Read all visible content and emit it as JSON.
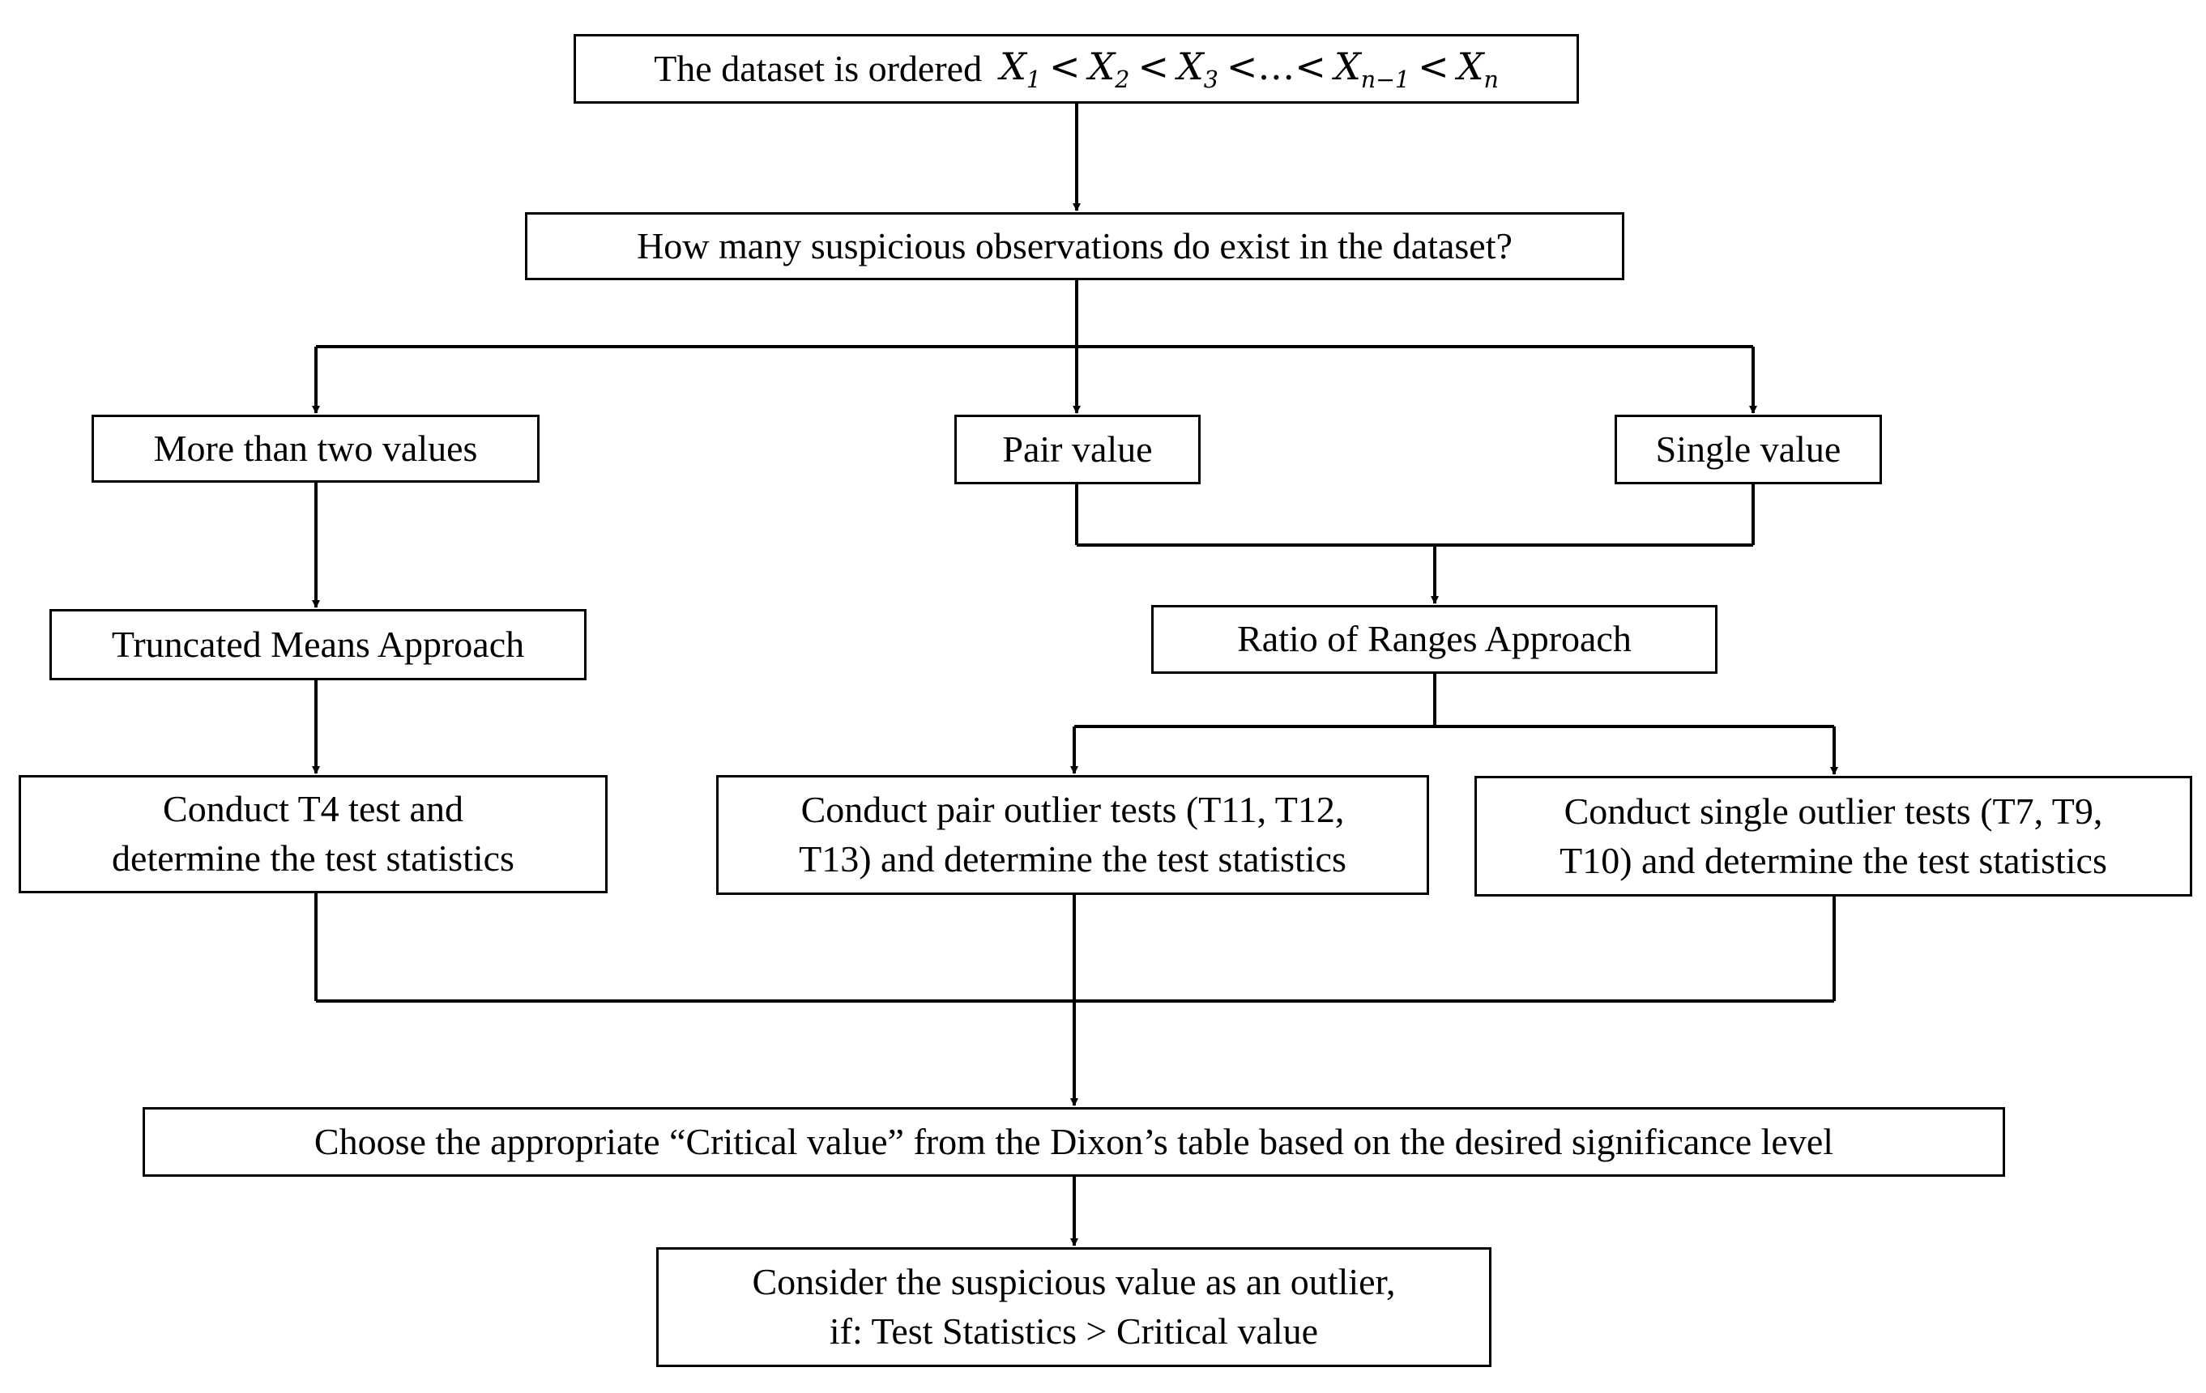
{
  "diagram": {
    "start": {
      "prefix": "The dataset is ordered",
      "sequence": [
        {
          "sym": "X",
          "sub": "1"
        },
        {
          "sep": "<"
        },
        {
          "sym": "X",
          "sub": "2"
        },
        {
          "sep": "<"
        },
        {
          "sym": "X",
          "sub": "3"
        },
        {
          "sep": "<…<"
        },
        {
          "sym": "X",
          "sub": "n−1"
        },
        {
          "sep": "<"
        },
        {
          "sym": "X",
          "sub": "n"
        }
      ]
    },
    "question": "How many suspicious observations do exist in the dataset?",
    "branches": {
      "more_than_two": "More than two values",
      "pair": "Pair value",
      "single": "Single value"
    },
    "approaches": {
      "truncated_means": "Truncated Means Approach",
      "ratio_of_ranges": "Ratio of Ranges Approach"
    },
    "tests": {
      "t4": {
        "line1": "Conduct T4 test and",
        "line2": "determine the test statistics"
      },
      "pair": {
        "line1": "Conduct pair outlier tests (T11, T12,",
        "line2": "T13) and determine the test statistics"
      },
      "single": {
        "line1": "Conduct single outlier tests (T7, T9,",
        "line2": "T10) and determine the test statistics"
      }
    },
    "critical": "Choose the appropriate “Critical value” from the Dixon’s table based on the desired significance level",
    "conclusion": {
      "line1": "Consider the suspicious value as an outlier,",
      "line2": "if: Test Statistics > Critical value"
    }
  }
}
